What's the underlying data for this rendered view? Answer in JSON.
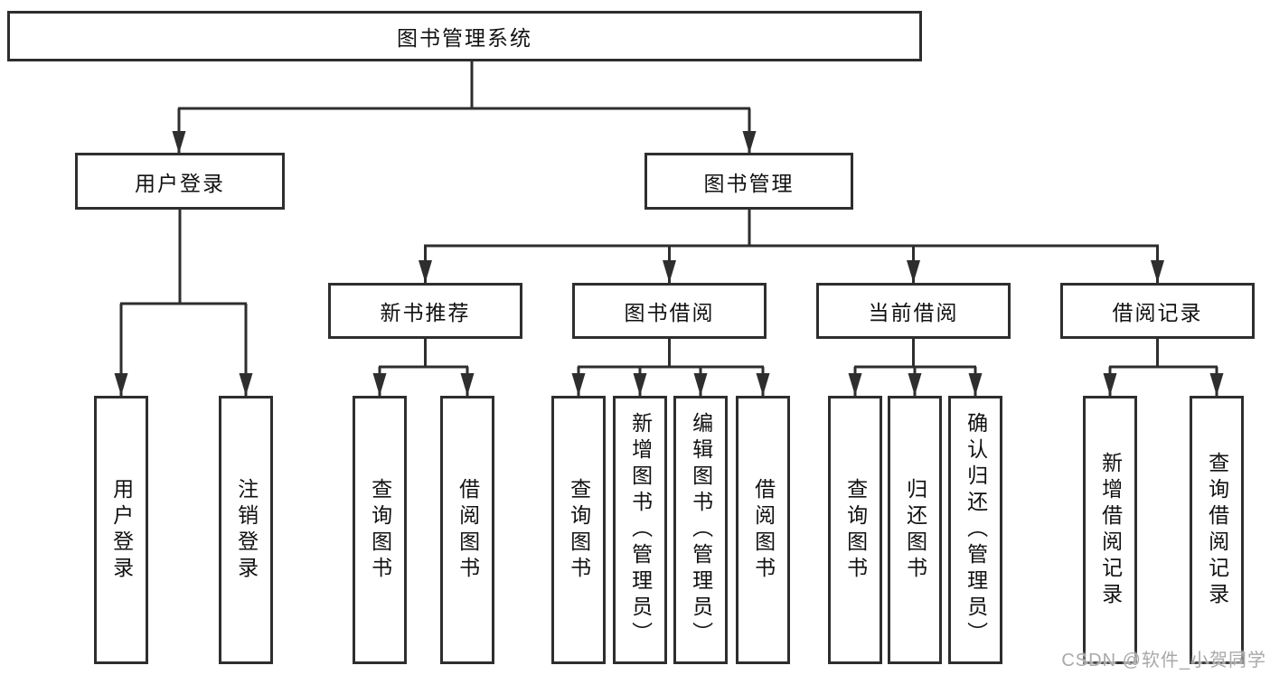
{
  "diagram": {
    "root": {
      "label": "图书管理系统"
    },
    "level2": [
      {
        "label": "用户登录"
      },
      {
        "label": "图书管理"
      }
    ],
    "level3": [
      {
        "label": "新书推荐"
      },
      {
        "label": "图书借阅"
      },
      {
        "label": "当前借阅"
      },
      {
        "label": "借阅记录"
      }
    ],
    "leaves": {
      "user_login": [
        "用户登录",
        "注销登录"
      ],
      "new_book_recommend": [
        "查询图书",
        "借阅图书"
      ],
      "book_borrow": [
        "查询图书",
        "新增图书（管理员）",
        "编辑图书（管理员）",
        "借阅图书"
      ],
      "current_borrow": [
        "查询图书",
        "归还图书",
        "确认归还（管理员）"
      ],
      "borrow_records": [
        "新增借阅记录",
        "查询借阅记录"
      ]
    }
  },
  "watermark": {
    "text": "CSDN @软件_小贺同学",
    "color": "#a9a9a9"
  },
  "colors": {
    "line": "#2e2e2e",
    "text": "#111111",
    "background": "#ffffff"
  }
}
